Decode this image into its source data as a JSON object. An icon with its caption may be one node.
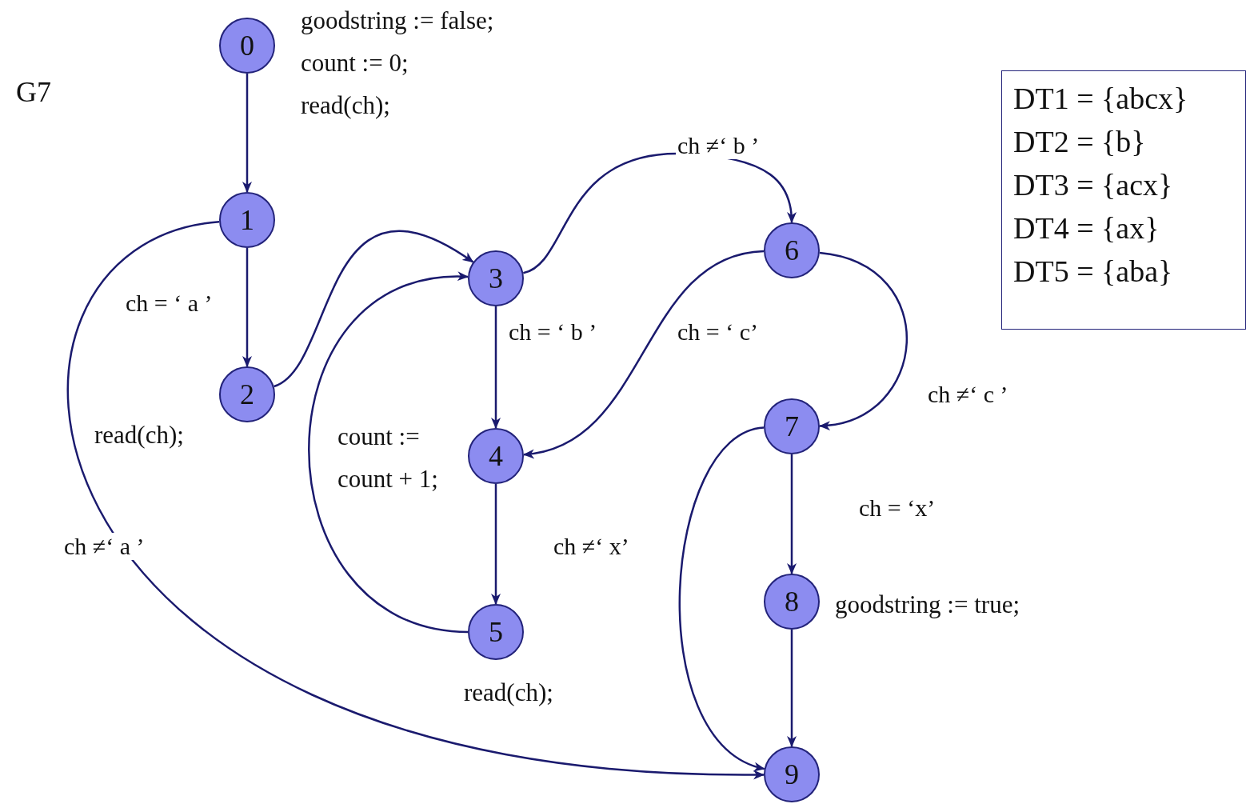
{
  "diagram": {
    "nodes": [
      {
        "text": [
          "0"
        ],
        "beside": [
          "goodstring := false;",
          "count := 0;",
          "read(ch);"
        ]
      },
      {
        "text": [
          "1"
        ]
      },
      {
        "text": [
          "2"
        ],
        "beside": [
          "read(ch);"
        ]
      },
      {
        "text": [
          "3"
        ]
      },
      {
        "text": [
          "4"
        ],
        "beside": [
          "count := count + 1;"
        ]
      },
      {
        "text": [
          "5"
        ],
        "beside": [
          "read(ch);"
        ]
      },
      {
        "text": [
          "6"
        ]
      },
      {
        "text": [
          "7"
        ]
      },
      {
        "text": [
          "8"
        ],
        "beside": [
          "goodstring := true;"
        ]
      },
      {
        "text": [
          "9"
        ]
      },
      {
        "text": [
          "DT1 = {abcx}",
          "DT2 = {b}",
          "DT3 = {acx}",
          "DT4 = {ax}",
          "DT5 = {aba}"
        ]
      }
    ],
    "edges": [
      {
        "from": 0,
        "to": 1,
        "arrow": "to"
      },
      {
        "from": 1,
        "to": 2,
        "arrow": "to",
        "label": "ch = ‘ a ’"
      },
      {
        "from": 1,
        "to": 9,
        "arrow": "to",
        "label": "ch ≠‘ a ’"
      },
      {
        "from": 2,
        "to": 3,
        "arrow": "to"
      },
      {
        "from": 3,
        "to": 6,
        "arrow": "to",
        "label": "ch ≠‘ b ’"
      },
      {
        "from": 3,
        "to": 4,
        "arrow": "to",
        "label": "ch = ‘ b ’"
      },
      {
        "from": 6,
        "to": 4,
        "arrow": "to",
        "label": "ch = ‘ c’"
      },
      {
        "from": 6,
        "to": 7,
        "arrow": "to",
        "label": "ch ≠‘ c ’"
      },
      {
        "from": 4,
        "to": 5,
        "arrow": "to"
      },
      {
        "from": 5,
        "to": 3,
        "arrow": "to"
      },
      {
        "from": 7,
        "to": 8,
        "arrow": "to",
        "label": "ch = ‘x’"
      },
      {
        "from": 7,
        "to": 9,
        "arrow": "to",
        "label": "ch ≠‘ x’"
      },
      {
        "from": 8,
        "to": 9,
        "arrow": "to"
      }
    ],
    "labels": [
      "G7"
    ]
  }
}
